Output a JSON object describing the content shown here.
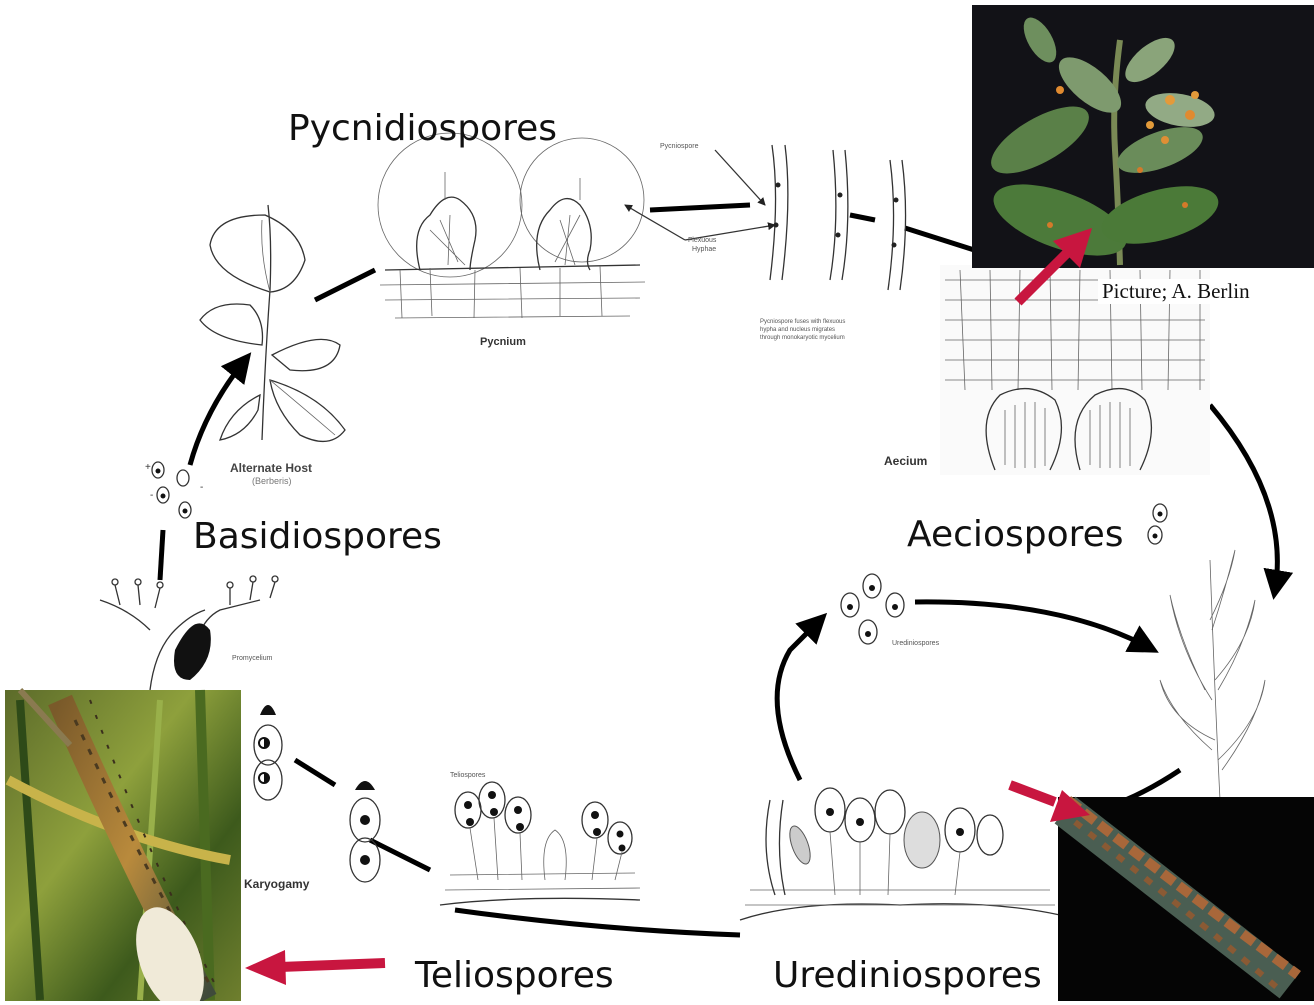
{
  "stage_labels": {
    "pycnidiospores": "Pycnidiospores",
    "basidiospores": "Basidiospores",
    "aeciospores": "Aeciospores",
    "teliospores": "Teliospores",
    "urediniospores": "Urediniospores"
  },
  "diagram_text": {
    "pycniospore": "Pycniospore",
    "flexuous_hyphae_1": "Flexuous",
    "flexuous_hyphae_2": "Hyphae",
    "fusion_note_1": "Pycniospore fuses with flexuous",
    "fusion_note_2": "hypha and nucleus migrates",
    "fusion_note_3": "through monokaryotic mycelium",
    "pycnium": "Pycnium",
    "aecium": "Aecium",
    "alternate_host": "Alternate Host",
    "alternate_host_sub": "(Berberis)",
    "promycelium": "Promycelium",
    "teliospores_small": "Teliospores",
    "urediniospores_small": "Urediniospores",
    "karyogamy": "Karyogamy"
  },
  "photo_caption": "Picture; A. Berlin",
  "colors": {
    "arrow_red": "#c8163f",
    "cycle_black": "#000000"
  }
}
